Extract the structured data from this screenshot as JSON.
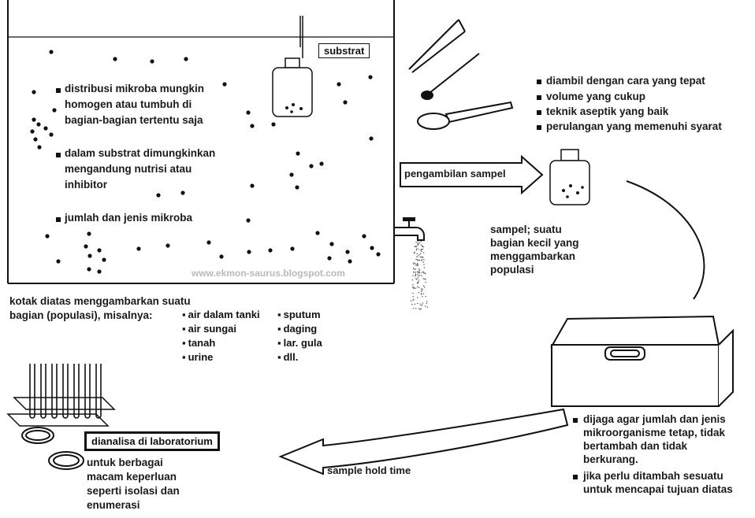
{
  "substrat_label": "substrat",
  "tank_notes": [
    "distribusi mikroba mungkin",
    "homogen atau tumbuh di",
    "bagian-bagian tertentu saja",
    "dalam substrat dimungkinkan",
    "mengandung nutrisi atau",
    "inhibitor",
    "jumlah dan jenis mikroba"
  ],
  "watermark": "www.ekmon-saurus.blogspot.com",
  "sampling_criteria": [
    "diambil dengan cara yang tepat",
    "volume yang cukup",
    "teknik aseptik yang baik",
    "perulangan yang memenuhi syarat"
  ],
  "arrow_sampling_label": "pengambilan sampel",
  "sample_caption": [
    "sampel; suatu",
    "bagian kecil yang",
    "menggambarkan",
    "populasi"
  ],
  "population_caption": [
    "kotak diatas menggambarkan suatu",
    "bagian (populasi), misalnya:"
  ],
  "examples_col1": [
    "air dalam tanki",
    "air sungai",
    "tanah",
    "urine"
  ],
  "examples_col2": [
    "sputum",
    "daging",
    "lar. gula",
    "dll."
  ],
  "storage_notes": [
    "dijaga agar jumlah dan jenis",
    "mikroorganisme tetap, tidak",
    "bertambah dan tidak",
    "berkurang.",
    "jika perlu ditambah sesuatu",
    "untuk mencapai tujuan diatas"
  ],
  "arrow_hold_label": "sample hold time",
  "lab_box_label": "dianalisa di laboratorium",
  "lab_caption": [
    "untuk berbagai",
    "macam keperluan",
    "seperti isolasi dan",
    "enumerasi"
  ]
}
